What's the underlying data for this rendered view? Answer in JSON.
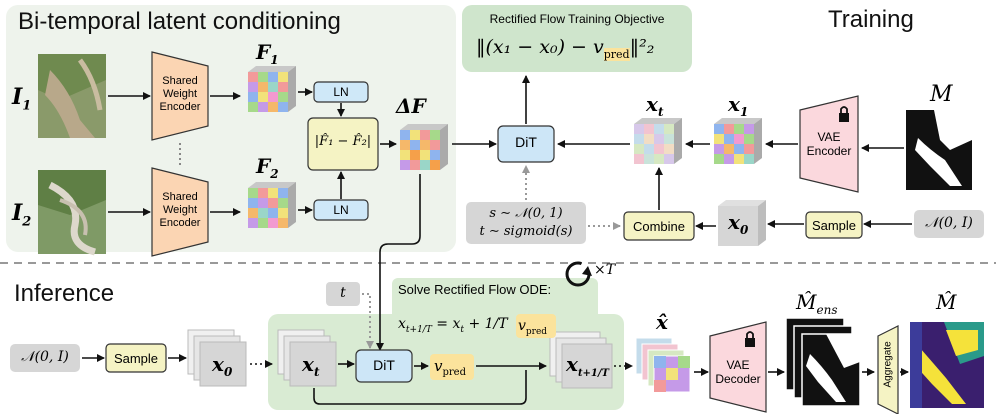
{
  "sections": {
    "training_title": "Bi-temporal latent conditioning",
    "training_label": "Training",
    "inference_label": "Inference"
  },
  "inputs": {
    "i1": "I",
    "i1_sub": "1",
    "i2": "I",
    "i2_sub": "2"
  },
  "encoder": {
    "line1": "Shared",
    "line2": "Weight",
    "line3": "Encoder"
  },
  "features": {
    "f1": "F",
    "f1_sub": "1",
    "f2": "F",
    "f2_sub": "2",
    "delta": "ΔF"
  },
  "ln": "LN",
  "diff_box": "|F̂₁ − F̂₂|",
  "objective": {
    "title": "Rectified Flow Training Objective",
    "formula": "‖(x₁ − x₀) − v",
    "vpred_sub": "pred",
    "formula_tail": "‖²₂"
  },
  "dit": "DiT",
  "latents": {
    "xt": "x",
    "xt_sub": "t",
    "x1": "x",
    "x1_sub": "1",
    "x0": "x",
    "x0_sub": "0",
    "xt1": "x",
    "xt1_sub": "t+1/T",
    "xhat": "x̂"
  },
  "mask": {
    "m": "M",
    "m_ens": "M̂",
    "m_ens_sub": "ens",
    "m_hat": "M̂"
  },
  "vae": {
    "encoder_line1": "VAE",
    "encoder_line2": "Encoder",
    "decoder_line1": "VAE",
    "decoder_line2": "Decoder"
  },
  "sample": "Sample",
  "combine": "Combine",
  "noise": "𝒩(0, I)",
  "schedule": {
    "line1": "s ∼ 𝒩(0, 1)",
    "line2": "t ∼ sigmoid(s)"
  },
  "ode": {
    "title": "Solve Rectified Flow ODE:",
    "repeat": "×T",
    "update_lhs": "x",
    "update_lhs_sub": "t+1/T",
    "update_rhs": "= x",
    "update_rhs_sub": "t",
    "update_frac": "+ 1/T"
  },
  "t_label": "t",
  "vpred": {
    "v": "v",
    "sub": "pred"
  },
  "aggregate": "Aggregate",
  "colors": {
    "panel_green": "#eef3ec",
    "objective_green": "#cfe5cc",
    "encoder_orange": "#fbd5b3",
    "ln_blue": "#cfe8f8",
    "dit_blue": "#cde6f7",
    "yellow": "#f5f3c4",
    "vae_pink": "#fbd8dd",
    "vpred_yellow": "#fbe39c",
    "gray": "#d6d6d6"
  }
}
